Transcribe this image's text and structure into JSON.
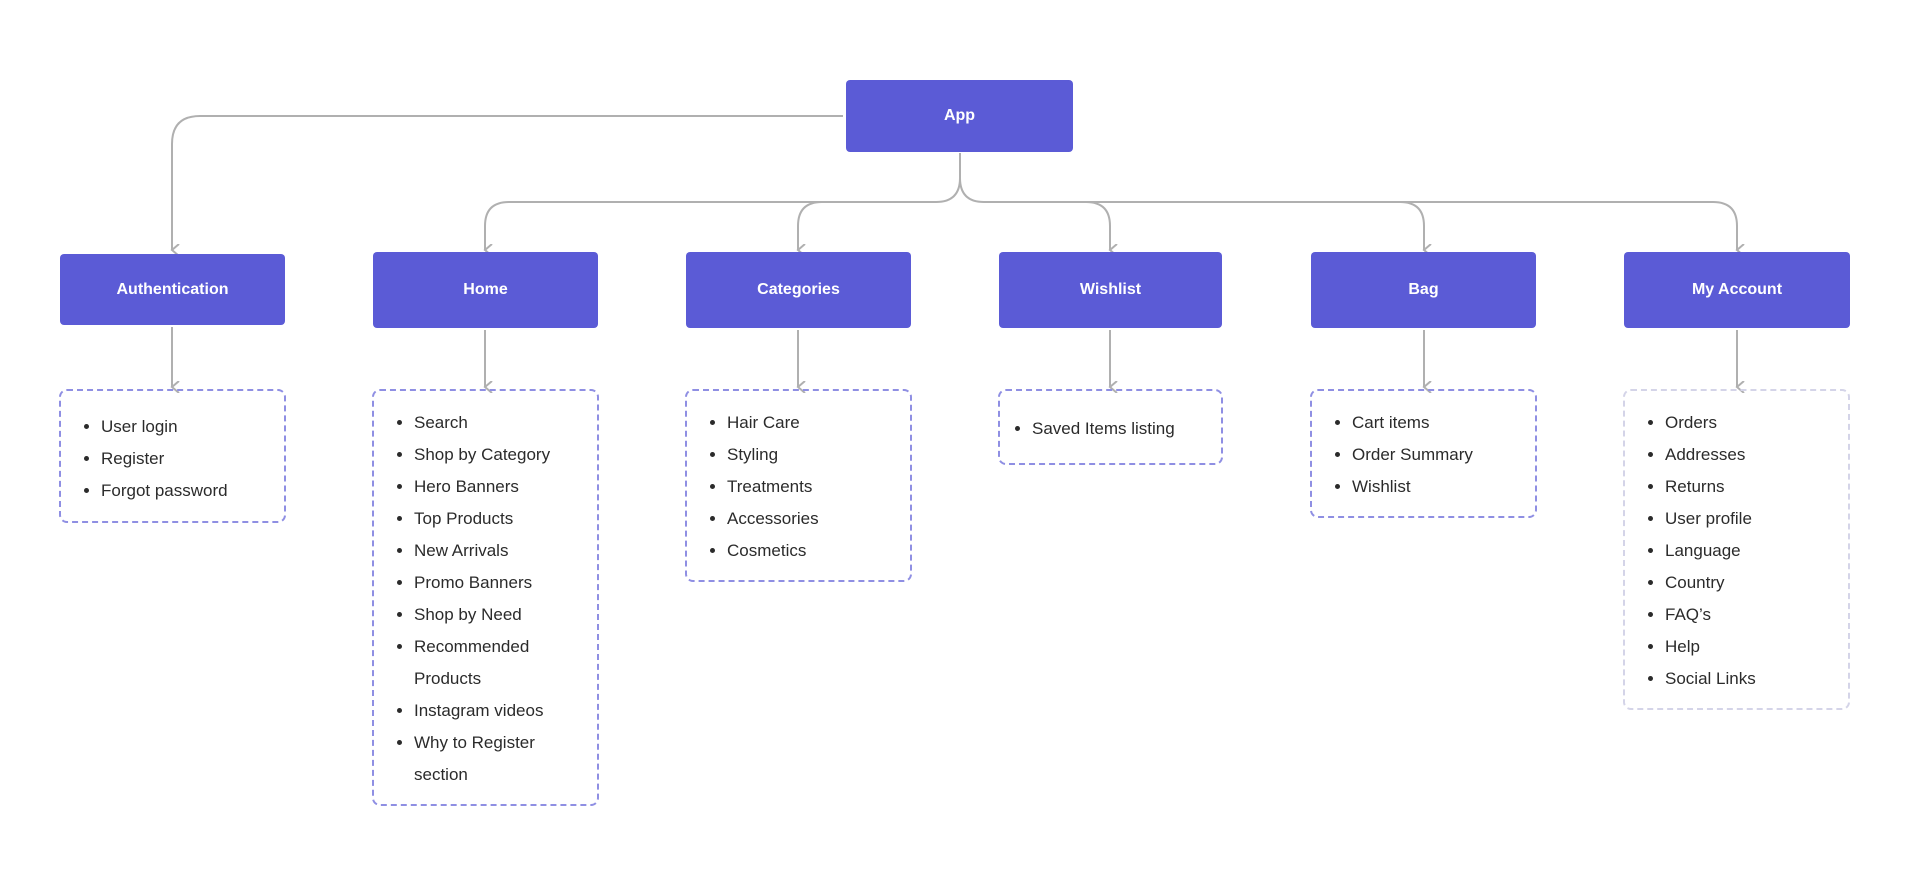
{
  "root": {
    "label": "App"
  },
  "sections": [
    {
      "id": "authentication",
      "label": "Authentication",
      "items": [
        "User login",
        "Register",
        "Forgot password"
      ]
    },
    {
      "id": "home",
      "label": "Home",
      "items": [
        "Search",
        "Shop by Category",
        "Hero Banners",
        "Top Products",
        "New Arrivals",
        "Promo Banners",
        "Shop by Need",
        "Recommended Products",
        "Instagram videos",
        "Why to Register section"
      ]
    },
    {
      "id": "categories",
      "label": "Categories",
      "items": [
        "Hair Care",
        "Styling",
        "Treatments",
        "Accessories",
        "Cosmetics"
      ]
    },
    {
      "id": "wishlist",
      "label": "Wishlist",
      "items": [
        "Saved Items listing"
      ]
    },
    {
      "id": "bag",
      "label": "Bag",
      "items": [
        "Cart items",
        "Order Summary",
        "Wishlist"
      ]
    },
    {
      "id": "my-account",
      "label": "My Account",
      "items": [
        "Orders",
        "Addresses",
        "Returns",
        "User profile",
        "Language",
        "Country",
        "FAQ’s",
        "Help",
        "Social Links"
      ]
    }
  ],
  "colors": {
    "node_fill": "#5b5bd6",
    "node_text": "#ffffff",
    "connector": "#b0b0b0",
    "box_border": "#8f8fe3",
    "box_border_light": "#d4d4e8",
    "item_text": "#2b2b2b"
  }
}
